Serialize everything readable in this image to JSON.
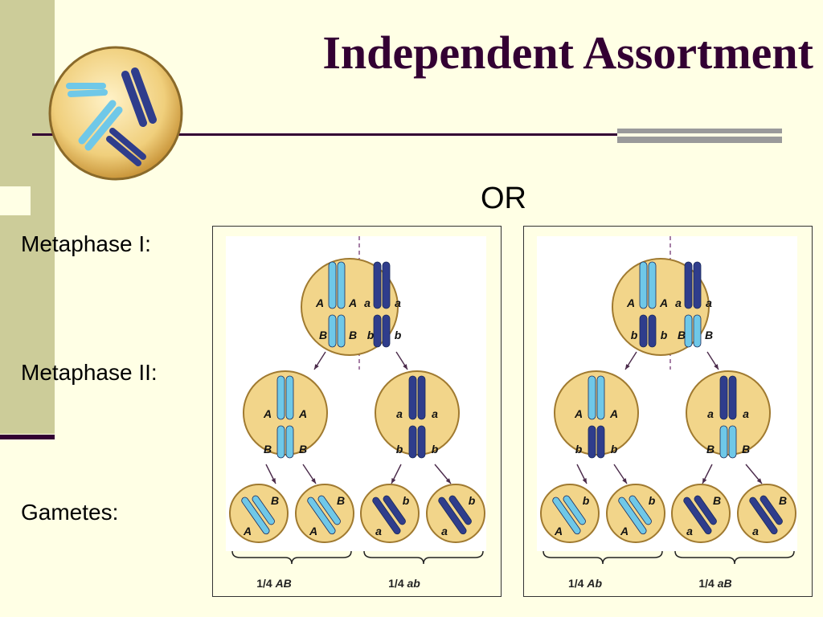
{
  "title": "Independent Assortment",
  "or_label": "OR",
  "stage_labels": {
    "metaphase1": "Metaphase I:",
    "metaphase2": "Metaphase II:",
    "gametes": "Gametes:"
  },
  "colors": {
    "background": "#ffffe5",
    "title": "#330033",
    "sidebar": "#cccc99",
    "cell_fill": "#f2d58a",
    "chromosome_light": "#6fc8e8",
    "chromosome_dark": "#2f3d8c"
  },
  "panels": [
    {
      "metaphase1": {
        "left": [
          "A",
          "A",
          "B",
          "B"
        ],
        "right": [
          "a",
          "a",
          "b",
          "b"
        ]
      },
      "metaphase2": [
        {
          "top": [
            "A",
            "A"
          ],
          "bottom": [
            "B",
            "B"
          ]
        },
        {
          "top": [
            "a",
            "a"
          ],
          "bottom": [
            "b",
            "b"
          ]
        }
      ],
      "gametes": [
        {
          "upper": "B",
          "lower": "A"
        },
        {
          "upper": "B",
          "lower": "A"
        },
        {
          "upper": "b",
          "lower": "a"
        },
        {
          "upper": "b",
          "lower": "a"
        }
      ],
      "captions": [
        {
          "fraction": "1/4",
          "genotype": "AB"
        },
        {
          "fraction": "1/4",
          "genotype": "ab"
        }
      ]
    },
    {
      "metaphase1": {
        "left": [
          "A",
          "A",
          "b",
          "b"
        ],
        "right": [
          "a",
          "a",
          "B",
          "B"
        ]
      },
      "metaphase2": [
        {
          "top": [
            "A",
            "A"
          ],
          "bottom": [
            "b",
            "b"
          ]
        },
        {
          "top": [
            "a",
            "a"
          ],
          "bottom": [
            "B",
            "B"
          ]
        }
      ],
      "gametes": [
        {
          "upper": "b",
          "lower": "A"
        },
        {
          "upper": "b",
          "lower": "A"
        },
        {
          "upper": "B",
          "lower": "a"
        },
        {
          "upper": "B",
          "lower": "a"
        }
      ],
      "captions": [
        {
          "fraction": "1/4",
          "genotype": "Ab"
        },
        {
          "fraction": "1/4",
          "genotype": "aB"
        }
      ]
    }
  ]
}
